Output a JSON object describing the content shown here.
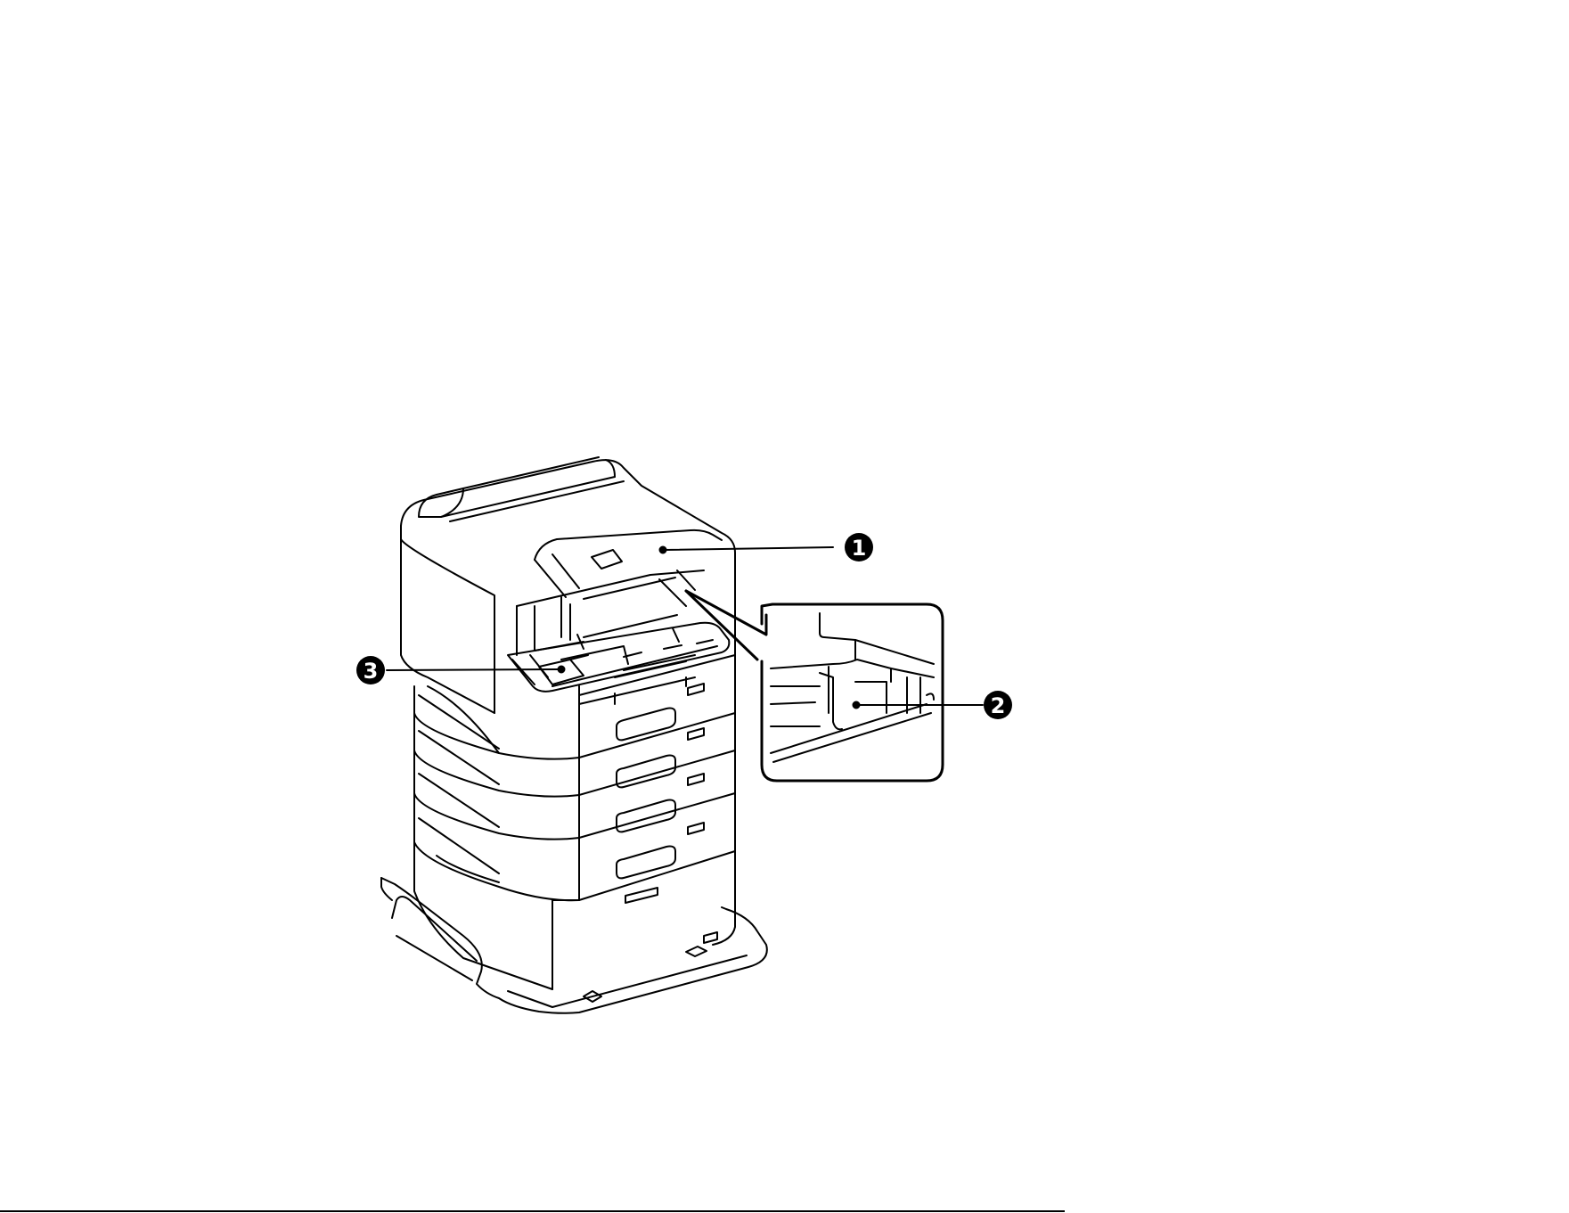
{
  "figure": {
    "callouts": [
      {
        "id": 1,
        "label": "1"
      },
      {
        "id": 2,
        "label": "2"
      },
      {
        "id": 3,
        "label": "3"
      }
    ]
  },
  "footer": {
    "text": ""
  },
  "colors": {
    "line": "#000000",
    "fill": "#ffffff"
  }
}
